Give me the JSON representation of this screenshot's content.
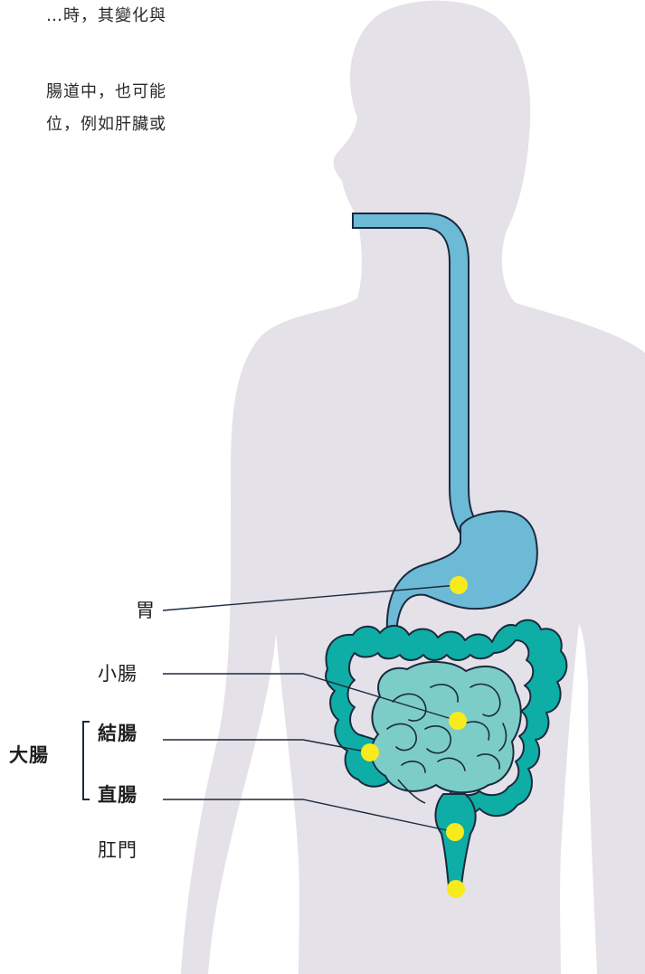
{
  "intro_text": {
    "line1": "…時，其變化與",
    "line2": "腸道中，也可能",
    "line3": "位，例如肝臟或"
  },
  "labels": {
    "stomach": "胃",
    "small_intestine": "小腸",
    "colon": "結腸",
    "rectum": "直腸",
    "anus": "肛門",
    "large_intestine": "大腸"
  },
  "colors": {
    "silhouette": "#e4e1e9",
    "esophagus_stomach": "#6dbad6",
    "colon": "#0eada5",
    "small_intestine": "#7ccdc8",
    "outline": "#1b2a3d",
    "marker": "#f7ea1d"
  }
}
